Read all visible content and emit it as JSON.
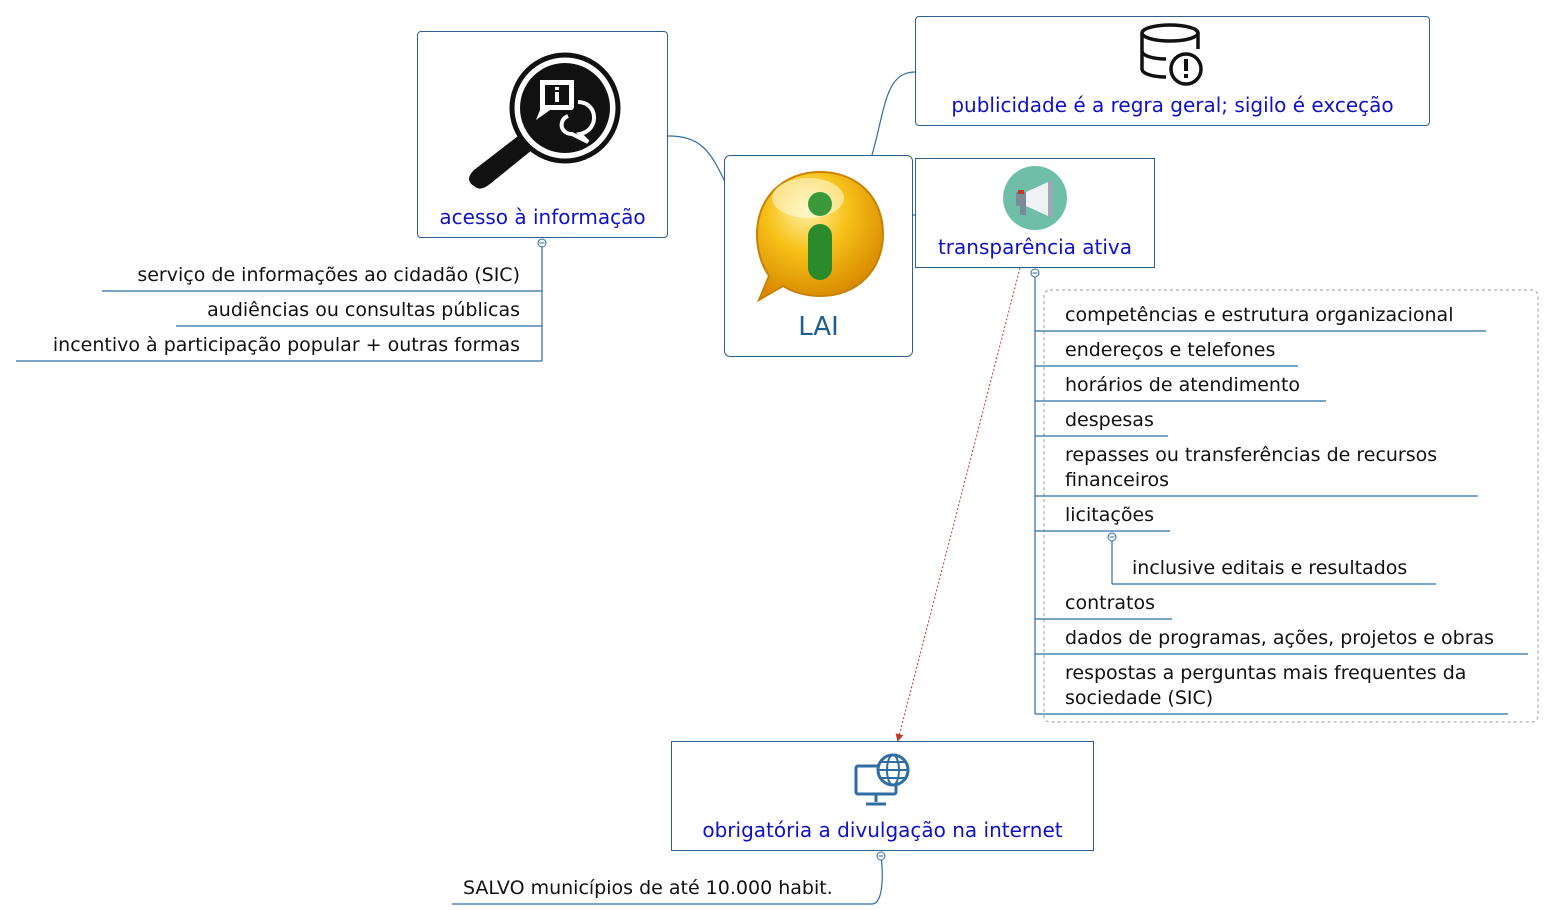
{
  "central": {
    "label": "LAI",
    "icon": "info-bubble-icon"
  },
  "acesso": {
    "label": "acesso à informação",
    "icon": "info-search-icon",
    "items": [
      "serviço de informações ao cidadão (SIC)",
      "audiências ou consultas públicas",
      "incentivo à participação popular + outras formas"
    ]
  },
  "publicidade": {
    "label": "publicidade é a regra geral; sigilo é exceção",
    "icon": "database-alert-icon"
  },
  "transparencia": {
    "label": "transparência ativa",
    "icon": "megaphone-icon",
    "items": [
      "competências e estrutura organizacional",
      "endereços e telefones",
      "horários de atendimento",
      "despesas",
      "repasses ou transferências de recursos financeiros",
      "licitações",
      "contratos",
      "dados de programas, ações, projetos e obras",
      "respostas a perguntas mais frequentes da sociedade (SIC)"
    ],
    "sub_item": "inclusive editais e resultados"
  },
  "internet": {
    "label": "obrigatória a divulgação na internet",
    "icon": "monitor-globe-icon",
    "items": [
      "SALVO municípios de até 10.000 habit."
    ]
  },
  "colors": {
    "link": "#2f6da3",
    "topic_text": "#1010c8",
    "central_text": "#1f5f8f",
    "relation": "#c0392b",
    "box_border": "#2f5f8f"
  }
}
